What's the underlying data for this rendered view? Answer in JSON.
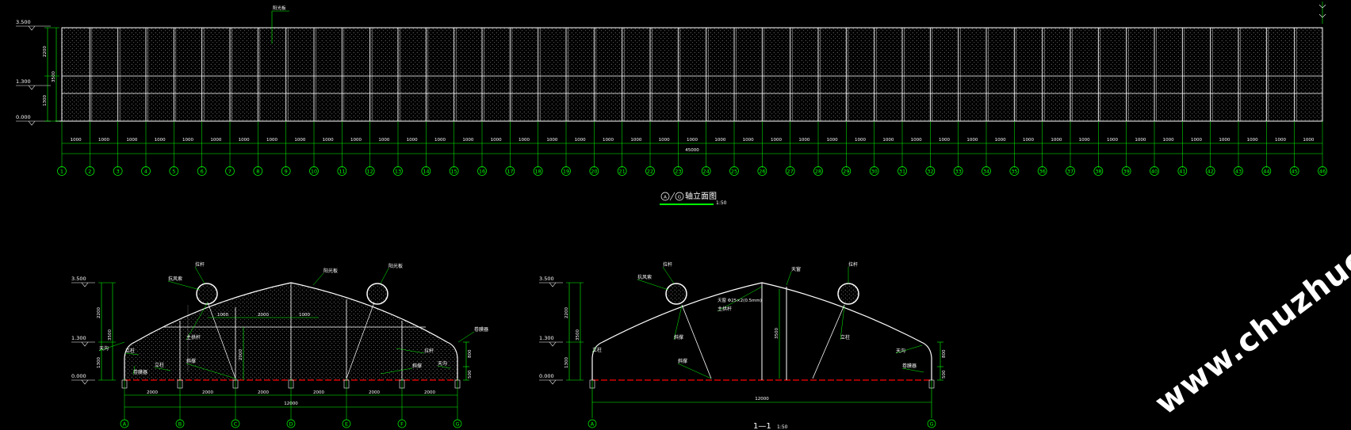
{
  "colors": {
    "background": "#000000",
    "line": "#ffffff",
    "dim": "#00ff00",
    "ground": "#ff0000",
    "label": "#ffffff"
  },
  "elevation": {
    "levels": [
      "3.500",
      "1.300",
      "0.000"
    ],
    "vertical_dims": [
      "2200",
      "3500",
      "1300"
    ],
    "top_tag": "阳光板",
    "bay_dim": "1000",
    "total_dim": "45000",
    "axis_labels": [
      "1",
      "2",
      "3",
      "4",
      "5",
      "6",
      "7",
      "8",
      "9",
      "10",
      "11",
      "12",
      "13",
      "14",
      "15",
      "16",
      "17",
      "18",
      "19",
      "20",
      "21",
      "22",
      "23",
      "24",
      "25",
      "26",
      "27",
      "28",
      "29",
      "30",
      "31",
      "32",
      "33",
      "34",
      "35",
      "36",
      "37",
      "38",
      "39",
      "40",
      "41",
      "42",
      "43",
      "44",
      "45",
      "46"
    ],
    "title_axes": [
      "A",
      "G"
    ],
    "title_text": "轴立面图",
    "title_scale": "1:50"
  },
  "section_left": {
    "levels": [
      "3.500",
      "1.300",
      "0.000"
    ],
    "vertical_dims": [
      "2200",
      "3500",
      "1300"
    ],
    "labels": [
      "拉杆",
      "抗风索",
      "阳光板",
      "阳光板",
      "卷膜器",
      "天沟",
      "立柱",
      "主拱杆",
      "斜撑",
      "拉杆",
      "斜撑",
      "立柱",
      "天沟",
      "卷膜器"
    ],
    "inner_dims": [
      "1000",
      "2000",
      "1000",
      "2000"
    ],
    "bottom_dims": [
      "2000",
      "2000",
      "2000",
      "2000",
      "2000",
      "2000"
    ],
    "total_dim": "12000",
    "side_dims": [
      "800",
      "500"
    ],
    "axis_labels": [
      "A",
      "B",
      "C",
      "D",
      "E",
      "F",
      "G"
    ]
  },
  "section_right": {
    "levels": [
      "3.500",
      "1.300",
      "0.000"
    ],
    "vertical_dims": [
      "2200",
      "3500",
      "1300"
    ],
    "labels": [
      "拉杆",
      "抗风索",
      "主拱杆",
      "天窗",
      "拉杆",
      "立柱",
      "斜撑",
      "斜撑",
      "立柱",
      "天沟",
      "卷膜器"
    ],
    "ridge_note": "天窗 Φ25×2(0.5mm)",
    "center_dim": "3500",
    "total_dim": "12000",
    "side_dims": [
      "800",
      "500"
    ],
    "axis_labels": [
      "A",
      "G"
    ],
    "title_text": "1—1",
    "title_scale": "1:50"
  },
  "watermark": "www.chuzhuo.com"
}
